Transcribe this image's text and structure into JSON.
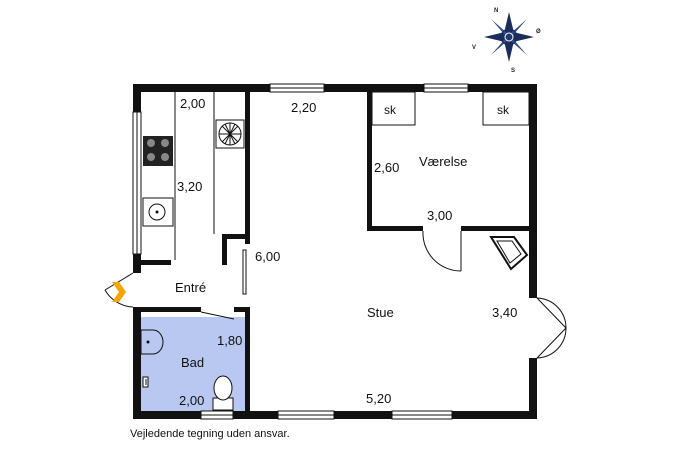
{
  "compass": {
    "north": "N",
    "east": "Ø",
    "south": "S",
    "west": "V"
  },
  "rooms": {
    "entrance": "Entré",
    "living_room": "Stue",
    "bedroom": "Værelse",
    "bathroom": "Bad"
  },
  "closets": {
    "left": "sk",
    "right": "sk"
  },
  "dimensions": {
    "kitchen_width": "2,00",
    "kitchen_length": "3,20",
    "top_center": "2,20",
    "living_height": "6,00",
    "bedroom_depth": "2,60",
    "bedroom_width": "3,00",
    "right_side": "3,40",
    "bath_depth": "1,80",
    "bath_width": "2,00",
    "bottom_width": "5,20"
  },
  "colors": {
    "bathroom_fill": "#b9c8f0",
    "entrance_arrow": "#f5a400",
    "walls": "#111111"
  },
  "disclaimer": "Vejledende tegning uden ansvar."
}
